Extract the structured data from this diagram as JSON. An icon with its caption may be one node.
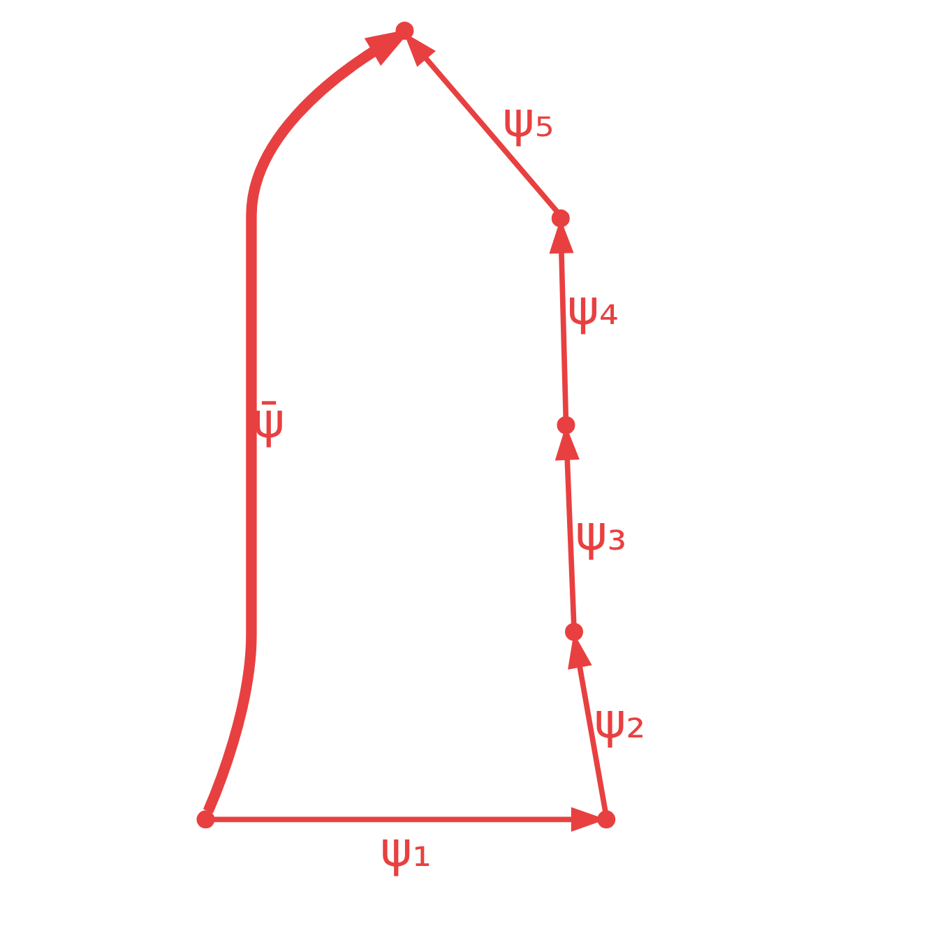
{
  "diagram": {
    "nodes": [
      {
        "text": [],
        "shape": "point"
      },
      {
        "text": [],
        "shape": "point"
      },
      {
        "text": [],
        "shape": "point"
      },
      {
        "text": [],
        "shape": "point"
      },
      {
        "text": [],
        "shape": "point"
      },
      {
        "text": [],
        "shape": "point"
      }
    ],
    "edges": [
      {
        "from": 0,
        "to": 1,
        "arrow": "to",
        "label": "ψ₁"
      },
      {
        "from": 1,
        "to": 2,
        "arrow": "to",
        "label": "ψ₂"
      },
      {
        "from": 2,
        "to": 3,
        "arrow": "to",
        "label": "ψ₃"
      },
      {
        "from": 3,
        "to": 4,
        "arrow": "to",
        "label": "ψ₄"
      },
      {
        "from": 4,
        "to": 5,
        "arrow": "to",
        "label": "ψ₅"
      },
      {
        "from": 0,
        "to": 5,
        "arrow": "to",
        "label": "ψ̄",
        "style": "thick"
      }
    ]
  }
}
